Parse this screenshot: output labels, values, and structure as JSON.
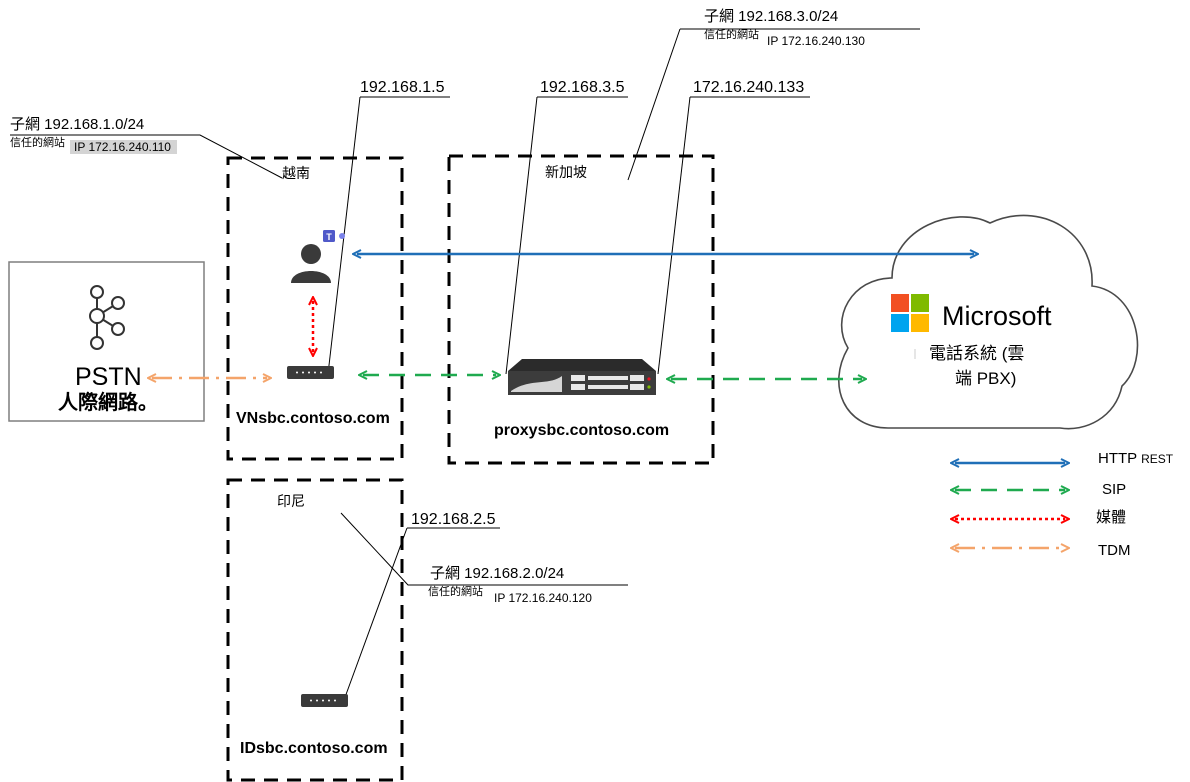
{
  "sites": {
    "vietnam": {
      "name": "越南",
      "subnet": "子網 192.168.1.0/24",
      "trusted_label": "信任的網站",
      "trusted_ip": "IP 172.16.240.110",
      "sbc_ip": "192.168.1.5",
      "sbc_fqdn": "VNsbc.contoso.com"
    },
    "singapore": {
      "name": "新加坡",
      "subnet": "子網 192.168.3.0/24",
      "trusted_label": "信任的網站",
      "trusted_ip": "IP 172.16.240.130",
      "internal_ip": "192.168.3.5",
      "external_ip": "172.16.240.133",
      "sbc_fqdn": "proxysbc.contoso.com"
    },
    "indonesia": {
      "name": "印尼",
      "subnet": "子網 192.168.2.0/24",
      "trusted_label": "信任的網站",
      "trusted_ip": "IP 172.16.240.120",
      "sbc_ip": "192.168.2.5",
      "sbc_fqdn": "IDsbc.contoso.com"
    }
  },
  "pstn": {
    "title": "PSTN",
    "subtitle": "人際網路。",
    "icon": "network-hub-icon"
  },
  "cloud": {
    "brand": "Microsoft",
    "service_line1": "電話系統 (雲",
    "service_line2": "端 PBX)",
    "icon": "microsoft-logo-icon"
  },
  "legend": {
    "http": {
      "label": "HTTP",
      "suffix": "REST",
      "color": "#1f6fb7"
    },
    "sip": {
      "label": "SIP",
      "color": "#1faa4f"
    },
    "media": {
      "label": "媒體",
      "color": "#ff0000"
    },
    "tdm": {
      "label": "TDM",
      "color": "#f4a46a"
    }
  }
}
